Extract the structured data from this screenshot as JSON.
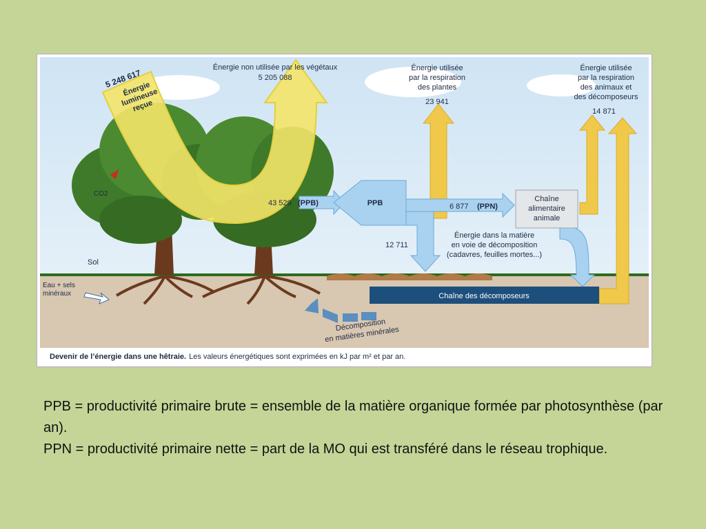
{
  "figure": {
    "received_value": "5 248 617",
    "received_label": [
      "Énergie",
      "lumineuse",
      "reçue"
    ],
    "unused_label": "Énergie non utilisée par les végétaux",
    "unused_value": "5 205 088",
    "plant_resp_label": [
      "Énergie utilisée",
      "par la respiration",
      "des plantes"
    ],
    "plant_resp_value": "23 941",
    "animal_resp_label": [
      "Énergie utilisée",
      "par la respiration",
      "des animaux et",
      "des décomposeurs"
    ],
    "animal_resp_value": "14 871",
    "ppb_value": "43 529",
    "ppb_tag": "(PPB)",
    "ppb_box": "PPB",
    "ppn_value": "6 877",
    "ppn_tag": "(PPN)",
    "food_chain_label": [
      "Chaîne",
      "alimentaire",
      "animale"
    ],
    "decomp_value": "12 711",
    "decomp_matter_label": [
      "Énergie dans la matière",
      "en voie de décomposition",
      "(cadavres, feuilles mortes...)"
    ],
    "co2_label": "CO2",
    "soil_label": "Sol",
    "water_label": [
      "Eau + sels",
      "minéraux"
    ],
    "decomposers_chain": "Chaîne des décomposeurs",
    "mineral_decomp_label": [
      "Décomposition",
      "en matières minérales"
    ],
    "caption_bold": "Devenir de l’énergie dans une hêtraie.",
    "caption_rest": "Les valeurs énergétiques sont exprimées en kJ par m² et par an."
  },
  "text": {
    "line1": "PPB = productivité primaire brute = ensemble de la matière organique formée par photosynthèse (par an).",
    "line2": "PPN = productivité primaire nette =  part de la MO qui est transféré dans le réseau trophique."
  },
  "colors": {
    "slide_bg": "#c4d597",
    "sky": "#d6e9f6",
    "soil": "#d9c8b3",
    "yellow_arrow": "#f2e26a",
    "blue_arrow": "#a9d2f0",
    "dark_bar": "#1d4f7c"
  }
}
